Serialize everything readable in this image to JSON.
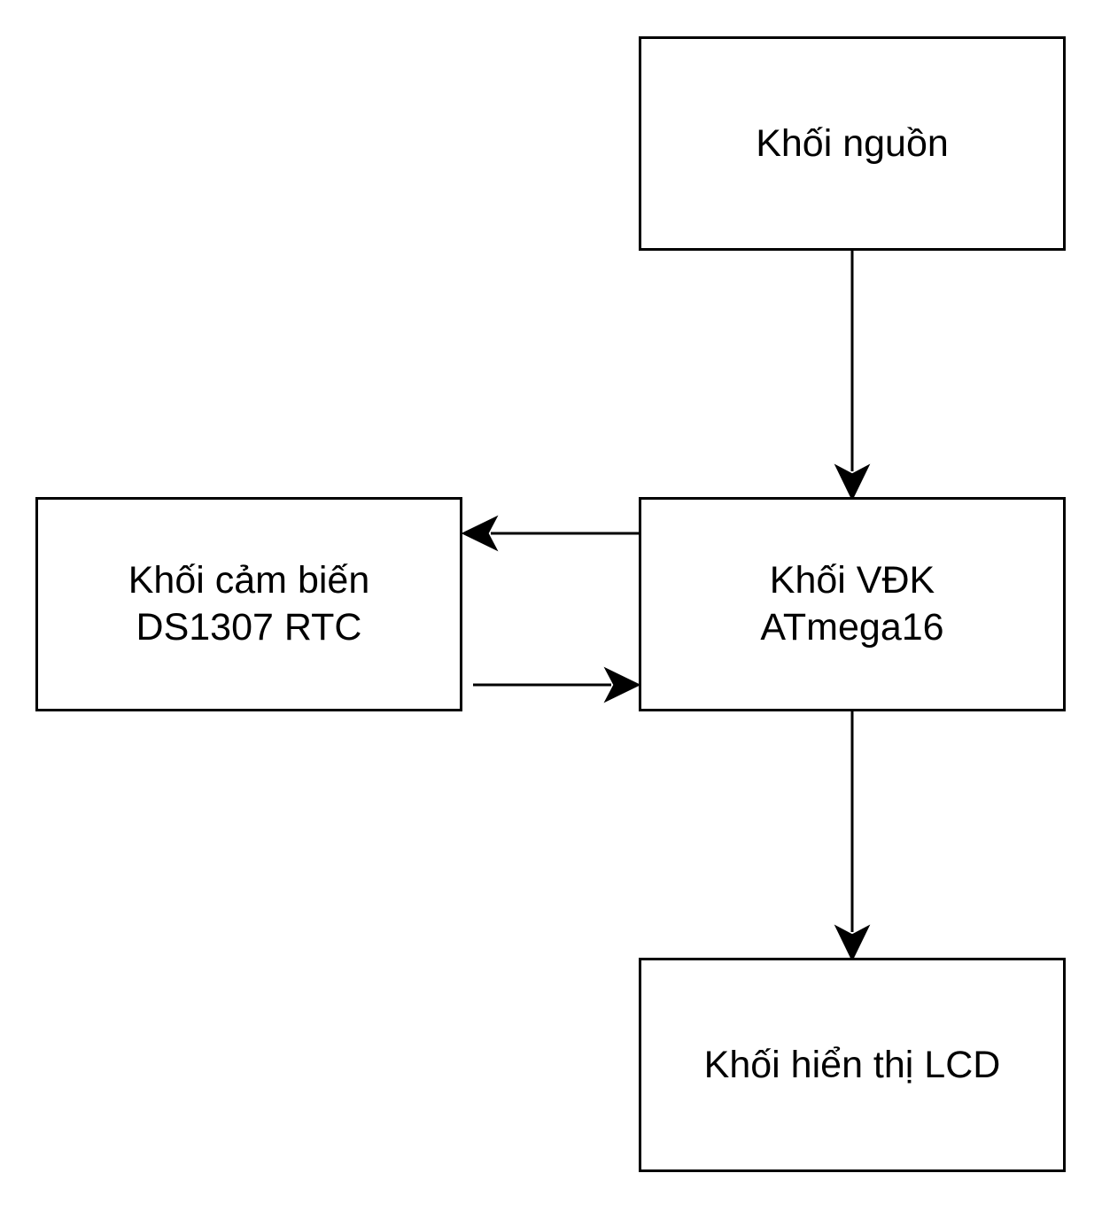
{
  "colors": {
    "stroke": "#000000",
    "background": "#ffffff"
  },
  "blocks": {
    "power": {
      "line1": "Khối nguồn"
    },
    "mcu": {
      "line1": "Khối VĐK",
      "line2": "ATmega16"
    },
    "sensor": {
      "line1": "Khối cảm biến",
      "line2": "DS1307 RTC"
    },
    "lcd": {
      "line1": "Khối hiển thị LCD"
    }
  },
  "connections": [
    {
      "from": "power",
      "to": "mcu"
    },
    {
      "from": "mcu",
      "to": "sensor"
    },
    {
      "from": "sensor",
      "to": "mcu"
    },
    {
      "from": "mcu",
      "to": "lcd"
    }
  ]
}
